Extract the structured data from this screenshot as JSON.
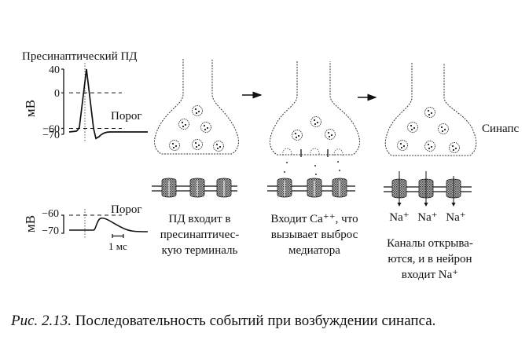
{
  "presynaptic_chart": {
    "title": "Пресинаптический ПД",
    "ylabel": "мВ",
    "ticks": [
      "40",
      "0",
      "−60",
      "−70"
    ],
    "tick_values": [
      40,
      0,
      -60,
      -70
    ],
    "threshold_label": "Порог",
    "threshold_value": -60,
    "resting_value": -70,
    "peak_value": 40
  },
  "postsynaptic_chart": {
    "ylabel": "мВ",
    "ticks": [
      "−60",
      "−70"
    ],
    "tick_values": [
      -60,
      -70
    ],
    "threshold_label": "Порог",
    "scale_bar_label": "1 мс"
  },
  "stages": [
    {
      "label_lines": [
        "ПД входит в",
        "пресинаптичес-",
        "кую терминаль"
      ]
    },
    {
      "label_lines": [
        "Входит Ca⁺⁺, что",
        "вызывает выброс",
        "медиатора"
      ]
    },
    {
      "label_lines": [
        "Каналы открыва-",
        "ются, и в нейрон",
        "входит Na⁺"
      ],
      "ion_labels": [
        "Na⁺",
        "Na⁺",
        "Na⁺"
      ]
    }
  ],
  "synapse_label": "Синапс",
  "caption": {
    "label": "Рис. 2.13.",
    "text": "Последовательность событий при возбуждении синапса."
  }
}
